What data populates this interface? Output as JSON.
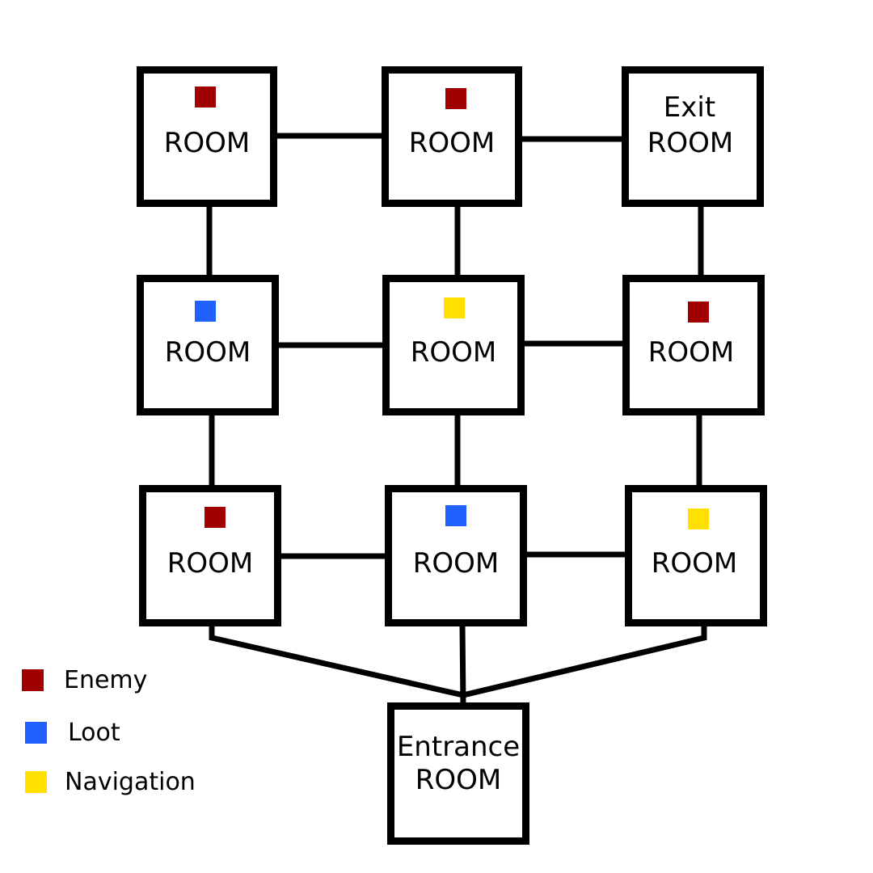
{
  "legend": {
    "enemy": {
      "label": "Enemy",
      "color": "#a00000"
    },
    "loot": {
      "label": "Loot",
      "color": "#2060ff"
    },
    "navigation": {
      "label": "Navigation",
      "color": "#ffe000"
    }
  },
  "rooms": {
    "r1c1": {
      "line1": "",
      "line2": "ROOM",
      "marker": "enemy"
    },
    "r1c2": {
      "line1": "",
      "line2": "ROOM",
      "marker": "enemy"
    },
    "r1c3": {
      "line1": "Exit",
      "line2": "ROOM",
      "marker": ""
    },
    "r2c1": {
      "line1": "",
      "line2": "ROOM",
      "marker": "loot"
    },
    "r2c2": {
      "line1": "",
      "line2": "ROOM",
      "marker": "navigation"
    },
    "r2c3": {
      "line1": "",
      "line2": "ROOM",
      "marker": "enemy"
    },
    "r3c1": {
      "line1": "",
      "line2": "ROOM",
      "marker": "enemy"
    },
    "r3c2": {
      "line1": "",
      "line2": "ROOM",
      "marker": "loot"
    },
    "r3c3": {
      "line1": "",
      "line2": "ROOM",
      "marker": "navigation"
    },
    "entrance": {
      "line1": "Entrance",
      "line2": "ROOM",
      "marker": ""
    }
  }
}
